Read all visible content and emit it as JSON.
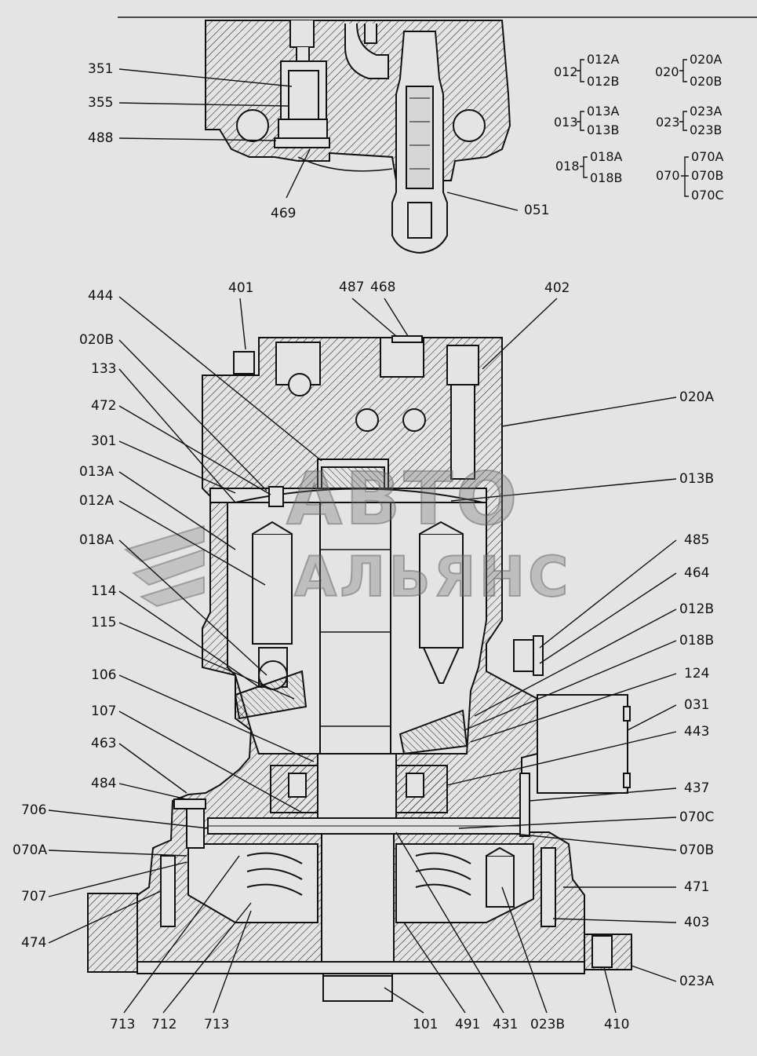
{
  "watermark": {
    "line1": "АВТО",
    "line2": "АЛЬЯНС"
  },
  "legend": [
    {
      "parent": "012",
      "children": [
        "012A",
        "012B"
      ]
    },
    {
      "parent": "013",
      "children": [
        "013A",
        "013B"
      ]
    },
    {
      "parent": "018",
      "children": [
        "018A",
        "018B"
      ]
    },
    {
      "parent": "020",
      "children": [
        "020A",
        "020B"
      ]
    },
    {
      "parent": "023",
      "children": [
        "023A",
        "023B"
      ]
    },
    {
      "parent": "070",
      "children": [
        "070A",
        "070B",
        "070C"
      ]
    }
  ],
  "top_view": {
    "labels": [
      "351",
      "355",
      "488",
      "469",
      "051"
    ]
  },
  "main_view": {
    "labels_left": [
      "444",
      "020B",
      "133",
      "472",
      "301",
      "013A",
      "012A",
      "018A",
      "114",
      "115",
      "106",
      "107",
      "463",
      "484",
      "706",
      "070A",
      "707",
      "474"
    ],
    "labels_top": [
      "401",
      "487",
      "468",
      "402"
    ],
    "labels_right": [
      "020A",
      "013B",
      "485",
      "464",
      "012B",
      "018B",
      "124",
      "031",
      "443",
      "437",
      "070C",
      "070B",
      "471",
      "403",
      "023A"
    ],
    "labels_bottom": [
      "713",
      "712",
      "713",
      "101",
      "491",
      "431",
      "023B",
      "410"
    ]
  }
}
